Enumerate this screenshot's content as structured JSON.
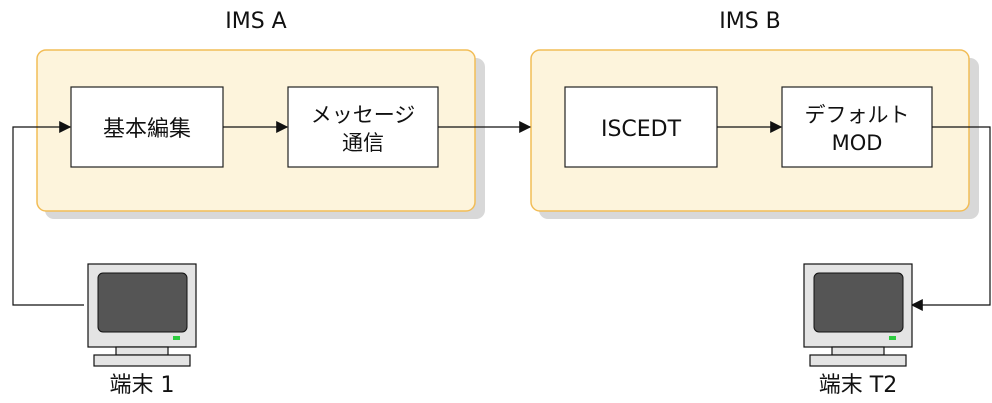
{
  "systems": {
    "a": {
      "title": "IMS A",
      "box1": "基本編集",
      "box2_line1": "メッセージ",
      "box2_line2": "通信"
    },
    "b": {
      "title": "IMS B",
      "box1": "ISCEDT",
      "box2_line1": "デフォルト",
      "box2_line2": "MOD"
    }
  },
  "terminals": {
    "t1": {
      "label": "端末 1"
    },
    "t2": {
      "label": "端末 T2"
    }
  },
  "colors": {
    "panel_fill": "#fdf4dc",
    "panel_border": "#f2bd57",
    "panel_shadow": "#d8d8d8",
    "box_border": "#222222",
    "line": "#111111",
    "screen": "#555555",
    "terminal_body": "#e4e4e4",
    "led": "#2ecc40"
  },
  "icons": [
    "computer-terminal-icon",
    "arrow-right-icon",
    "arrow-left-icon"
  ]
}
